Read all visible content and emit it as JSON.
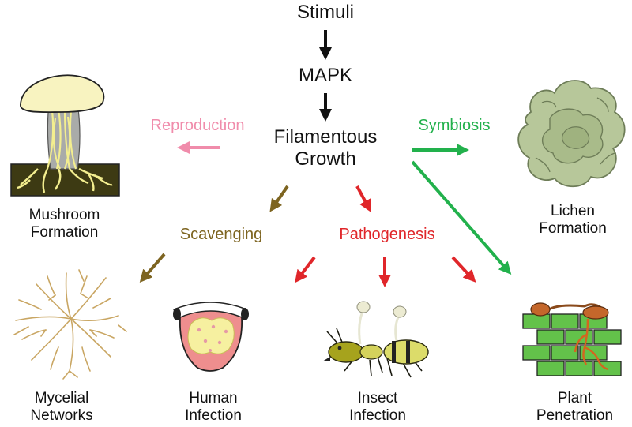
{
  "pathway": {
    "stimuli": "Stimuli",
    "mapk": "MAPK",
    "filamentous_line1": "Filamentous",
    "filamentous_line2": "Growth"
  },
  "branches": {
    "reproduction": "Reproduction",
    "symbiosis": "Symbiosis",
    "scavenging": "Scavenging",
    "pathogenesis": "Pathogenesis"
  },
  "outcomes": {
    "mushroom": [
      "Mushroom",
      "Formation"
    ],
    "lichen": [
      "Lichen",
      "Formation"
    ],
    "mycelial": [
      "Mycelial",
      "Networks"
    ],
    "human": [
      "Human",
      "Infection"
    ],
    "insect": [
      "Insect",
      "Infection"
    ],
    "plant": [
      "Plant",
      "Penetration"
    ]
  },
  "colors": {
    "reproduction": "#f08cab",
    "symbiosis": "#22b14c",
    "scavenging": "#7d6420",
    "pathogenesis": "#e0262a",
    "main": "#111111"
  }
}
